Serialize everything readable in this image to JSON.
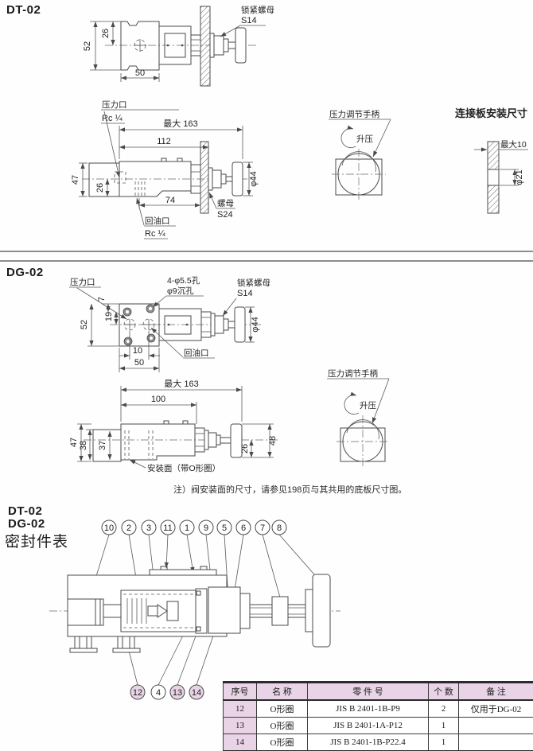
{
  "colors": {
    "highlight_pink": "#e8d4e6",
    "line": "#4a4a4a"
  },
  "dt02": {
    "title": "DT-02",
    "top": {
      "d52": "52",
      "d26": "26",
      "d50": "50",
      "lock_nut": "锁紧螺母",
      "lock_nut_size": "S14"
    },
    "side": {
      "pressure_port": "压力口",
      "pressure_port_thread": "Rc ¼",
      "max163": "最大 163",
      "d112": "112",
      "d47": "47",
      "d26": "26",
      "d74": "74",
      "dia44": "φ44",
      "nut": "螺母",
      "nut_size": "S24",
      "return_port": "回油口",
      "return_port_thread": "Rc ¼"
    },
    "handle": {
      "label": "压力调节手柄",
      "direction": "升压"
    },
    "plate": {
      "title": "连接板安装尺寸",
      "max10": "最大10",
      "dia21": "φ21"
    }
  },
  "dg02": {
    "title": "DG-02",
    "top": {
      "pressure_port": "压力口",
      "holes": "4-φ5.5孔",
      "counterbore": "φ9沉孔",
      "lock_nut": "锁紧螺母",
      "lock_nut_size": "S14",
      "d7": "7",
      "d19": "19",
      "d52": "52",
      "d10": "10",
      "d50": "50",
      "return_port": "回油口",
      "dia44": "φ44"
    },
    "side": {
      "max163": "最大 163",
      "d100": "100",
      "d47": "47",
      "d38": "38",
      "d37": "37",
      "d26": "26",
      "d48": "48",
      "mount_face": "安装面（带O形圈）"
    },
    "handle": {
      "label": "压力调节手柄",
      "direction": "升压"
    },
    "note": "注）阀安装面的尺寸，请参见198页与其共用的底板尺寸图。"
  },
  "seal": {
    "title1": "DT-02",
    "title2": "DG-02",
    "title3": "密封件表",
    "callouts_top": [
      "10",
      "2",
      "3",
      "11",
      "1",
      "9",
      "5",
      "6",
      "7",
      "8"
    ],
    "callouts_bottom": [
      "12",
      "4",
      "13",
      "14"
    ],
    "table": {
      "headers": [
        "序号",
        "名 称",
        "零 件 号",
        "个 数",
        "备 注"
      ],
      "rows": [
        [
          "12",
          "O形圈",
          "JIS B 2401-1B-P9",
          "2",
          "仅用于DG-02"
        ],
        [
          "13",
          "O形圈",
          "JIS B 2401-1A-P12",
          "1",
          ""
        ],
        [
          "14",
          "O形圈",
          "JIS B 2401-1B-P22.4",
          "1",
          ""
        ]
      ]
    }
  }
}
